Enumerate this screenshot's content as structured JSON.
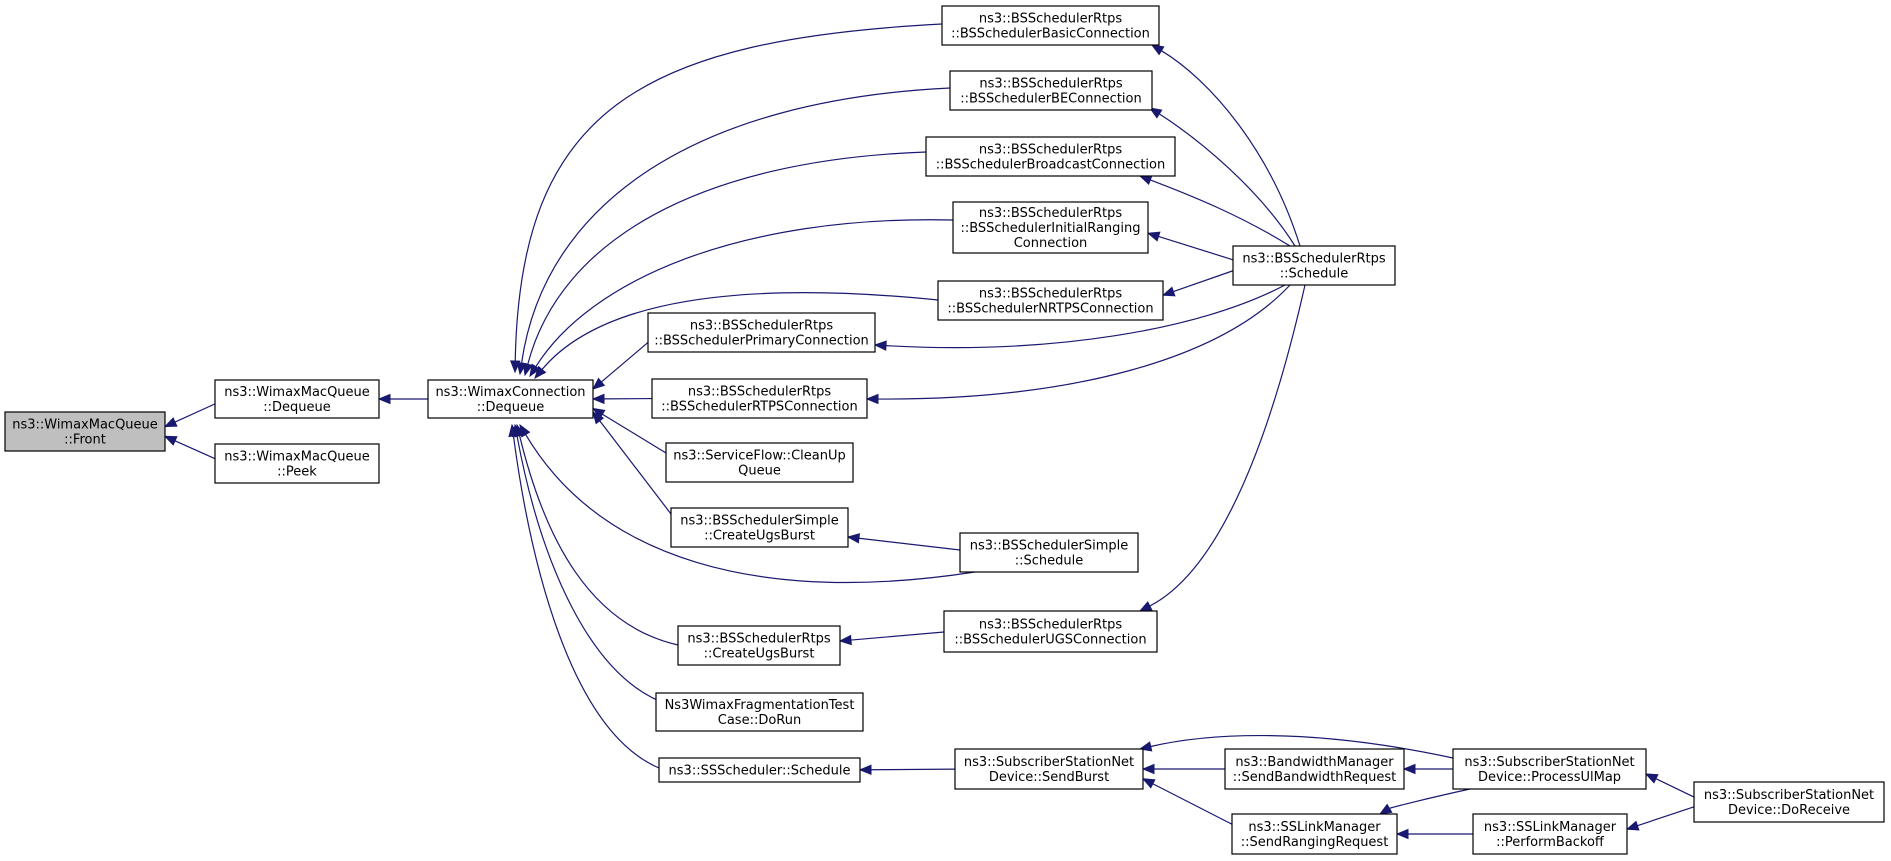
{
  "nodes": {
    "front": {
      "lines": [
        "ns3::WimaxMacQueue",
        "::Front"
      ]
    },
    "dequeue_q": {
      "lines": [
        "ns3::WimaxMacQueue",
        "::Dequeue"
      ]
    },
    "peek": {
      "lines": [
        "ns3::WimaxMacQueue",
        "::Peek"
      ]
    },
    "dequeue_c": {
      "lines": [
        "ns3::WimaxConnection",
        "::Dequeue"
      ]
    },
    "basic": {
      "lines": [
        "ns3::BSSchedulerRtps",
        "::BSSchedulerBasicConnection"
      ]
    },
    "be": {
      "lines": [
        "ns3::BSSchedulerRtps",
        "::BSSchedulerBEConnection"
      ]
    },
    "broadcast": {
      "lines": [
        "ns3::BSSchedulerRtps",
        "::BSSchedulerBroadcastConnection"
      ]
    },
    "initial": {
      "lines": [
        "ns3::BSSchedulerRtps",
        "::BSSchedulerInitialRanging",
        "Connection"
      ]
    },
    "nrtps": {
      "lines": [
        "ns3::BSSchedulerRtps",
        "::BSSchedulerNRTPSConnection"
      ]
    },
    "primary": {
      "lines": [
        "ns3::BSSchedulerRtps",
        "::BSSchedulerPrimaryConnection"
      ]
    },
    "rtps": {
      "lines": [
        "ns3::BSSchedulerRtps",
        "::BSSchedulerRTPSConnection"
      ]
    },
    "cleanup": {
      "lines": [
        "ns3::ServiceFlow::CleanUp",
        "Queue"
      ]
    },
    "simple_ugs": {
      "lines": [
        "ns3::BSSchedulerSimple",
        "::CreateUgsBurst"
      ]
    },
    "rtps_ugsburst": {
      "lines": [
        "ns3::BSSchedulerRtps",
        "::CreateUgsBurst"
      ]
    },
    "frag": {
      "lines": [
        "Ns3WimaxFragmentationTest",
        "Case::DoRun"
      ]
    },
    "ss_schedule": {
      "lines": [
        "ns3::SSScheduler::Schedule"
      ]
    },
    "rtps_schedule": {
      "lines": [
        "ns3::BSSchedulerRtps",
        "::Schedule"
      ]
    },
    "simple_schedule": {
      "lines": [
        "ns3::BSSchedulerSimple",
        "::Schedule"
      ]
    },
    "ugs_conn": {
      "lines": [
        "ns3::BSSchedulerRtps",
        "::BSSchedulerUGSConnection"
      ]
    },
    "sendburst": {
      "lines": [
        "ns3::SubscriberStationNet",
        "Device::SendBurst"
      ]
    },
    "bw_req": {
      "lines": [
        "ns3::BandwidthManager",
        "::SendBandwidthRequest"
      ]
    },
    "ranging": {
      "lines": [
        "ns3::SSLinkManager",
        "::SendRangingRequest"
      ]
    },
    "processulmap": {
      "lines": [
        "ns3::SubscriberStationNet",
        "Device::ProcessUlMap"
      ]
    },
    "backoff": {
      "lines": [
        "ns3::SSLinkManager",
        "::PerformBackoff"
      ]
    },
    "doreceive": {
      "lines": [
        "ns3::SubscriberStationNet",
        "Device::DoReceive"
      ]
    }
  },
  "edges": [
    [
      "dequeue_q",
      "front"
    ],
    [
      "peek",
      "front"
    ],
    [
      "dequeue_c",
      "dequeue_q"
    ],
    [
      "basic",
      "dequeue_c"
    ],
    [
      "be",
      "dequeue_c"
    ],
    [
      "broadcast",
      "dequeue_c"
    ],
    [
      "initial",
      "dequeue_c"
    ],
    [
      "nrtps",
      "dequeue_c"
    ],
    [
      "primary",
      "dequeue_c"
    ],
    [
      "rtps",
      "dequeue_c"
    ],
    [
      "cleanup",
      "dequeue_c"
    ],
    [
      "simple_ugs",
      "dequeue_c"
    ],
    [
      "simple_schedule",
      "dequeue_c"
    ],
    [
      "rtps_ugsburst",
      "dequeue_c"
    ],
    [
      "frag",
      "dequeue_c"
    ],
    [
      "ss_schedule",
      "dequeue_c"
    ],
    [
      "rtps_schedule",
      "basic"
    ],
    [
      "rtps_schedule",
      "be"
    ],
    [
      "rtps_schedule",
      "broadcast"
    ],
    [
      "rtps_schedule",
      "initial"
    ],
    [
      "rtps_schedule",
      "nrtps"
    ],
    [
      "rtps_schedule",
      "primary"
    ],
    [
      "rtps_schedule",
      "rtps"
    ],
    [
      "rtps_schedule",
      "ugs_conn"
    ],
    [
      "simple_schedule",
      "simple_ugs"
    ],
    [
      "ugs_conn",
      "rtps_ugsburst"
    ],
    [
      "sendburst",
      "ss_schedule"
    ],
    [
      "processulmap",
      "sendburst"
    ],
    [
      "bw_req",
      "sendburst"
    ],
    [
      "ranging",
      "sendburst"
    ],
    [
      "processulmap",
      "bw_req"
    ],
    [
      "processulmap",
      "ranging"
    ],
    [
      "backoff",
      "ranging"
    ],
    [
      "doreceive",
      "processulmap"
    ],
    [
      "doreceive",
      "backoff"
    ]
  ],
  "colors": {
    "edge": "#191970",
    "root_fill": "#bfbfbf"
  }
}
